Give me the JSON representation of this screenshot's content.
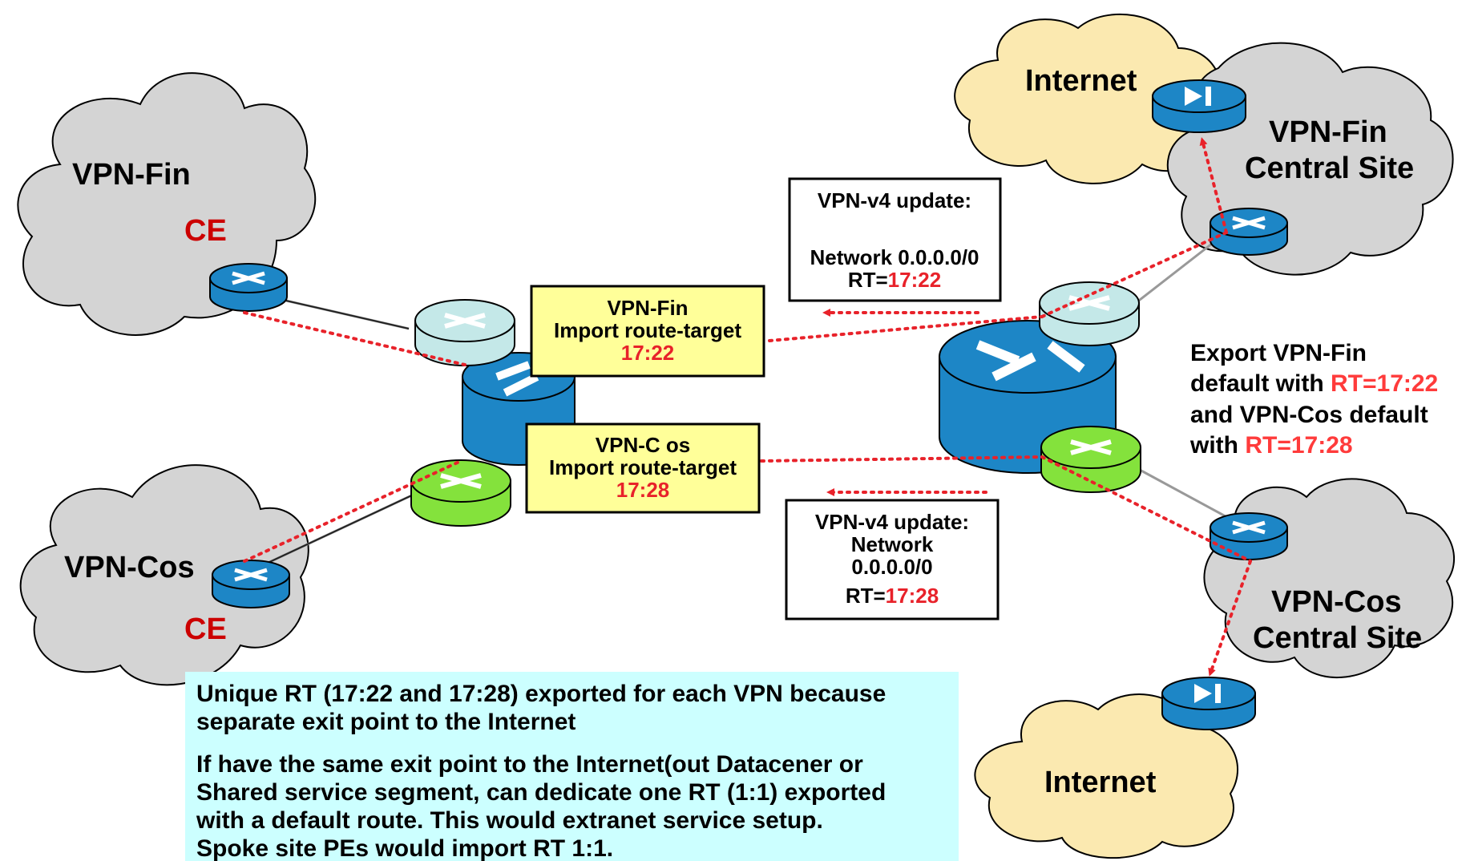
{
  "clouds": {
    "vpn_fin": "VPN-Fin",
    "vpn_cos": "VPN-Cos",
    "internet_top": "Internet",
    "internet_bottom": "Internet",
    "fin_central_1": "VPN-Fin",
    "fin_central_2": "Central Site",
    "cos_central_1": "VPN-Cos",
    "cos_central_2": "Central Site"
  },
  "ce_fin": "CE",
  "ce_cos": "CE",
  "import_fin": {
    "line1": "VPN-Fin",
    "line2": "Import route-target",
    "rt": "17:22"
  },
  "import_cos": {
    "line1": "VPN-C os",
    "line2": "Import route-target",
    "rt": "17:28"
  },
  "update_fin": {
    "line1": "VPN-v4 update:",
    "line2": "Network 0.0.0.0/0",
    "rt_prefix": "RT=",
    "rt": "17:22"
  },
  "update_cos": {
    "line1": "VPN-v4 update:",
    "line2": "Network",
    "line3": "0.0.0.0/0",
    "rt_prefix": "RT=",
    "rt": "17:28"
  },
  "export_note": {
    "line1": "Export VPN-Fin",
    "line2": "default with ",
    "line2_rt": "RT=17:22",
    "line3": "and VPN-Cos default",
    "line4": "with ",
    "line4_rt": "RT=17:28"
  },
  "footnote": {
    "p1_l1": "Unique RT (17:22 and 17:28) exported for each VPN because",
    "p1_l2": "separate exit point to the Internet",
    "p2_l1": "If have the same exit point to the Internet(out Datacener or",
    "p2_l2": "Shared service segment, can dedicate one RT (1:1)  exported",
    "p2_l3": "with a default route. This would extranet service setup.",
    "p2_l4": "Spoke site PEs would import RT 1:1."
  },
  "colors": {
    "cloud_gray": "#d4d4d4",
    "cloud_yellow": "#fbe9b0",
    "router_blue": "#1d86c6",
    "vrf_light": "#c4e8e8",
    "vrf_green": "#84e23c",
    "import_box": "#ffff99",
    "note_box": "#ccffff",
    "dotted_red": "#e8222a"
  }
}
